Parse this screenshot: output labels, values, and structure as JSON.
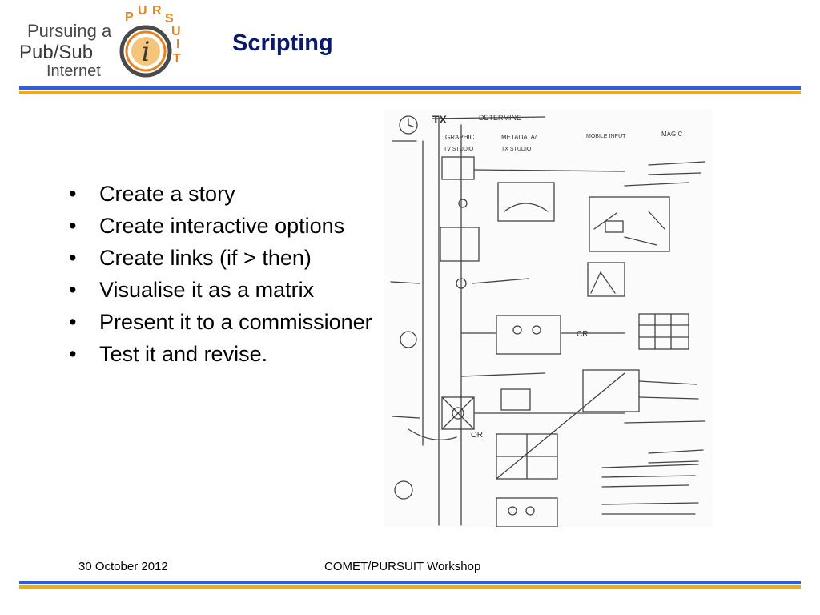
{
  "logo": {
    "line1": "Pursuing a",
    "line2": "Pub/Sub",
    "line3": "Internet",
    "ring_letters": [
      "P",
      "U",
      "R",
      "S",
      "U",
      "I",
      "T"
    ]
  },
  "title": "Scripting",
  "bullets": [
    "Create a story",
    "Create interactive options",
    "Create links (if > then)",
    "Visualise it as a matrix",
    "Present it to a commissioner",
    "Test it and revise."
  ],
  "sketch": {
    "description_icon": "hand-drawn-storyboard-flowchart",
    "labels": [
      "TX",
      "DETERMINE",
      "GRAPHIC",
      "METADATA/",
      "TV STUDIO",
      "TX STUDIO",
      "MOBILE INPUT",
      "MAGIC",
      "OR"
    ]
  },
  "footer": {
    "date": "30 October 2012",
    "event": "COMET/PURSUIT Workshop"
  },
  "colors": {
    "rule_blue": "#2f5fd8",
    "rule_orange": "#f2a81d",
    "logo_orange": "#e8821e",
    "logo_grey": "#4a4a4a",
    "title_navy": "#0a1a6b"
  }
}
